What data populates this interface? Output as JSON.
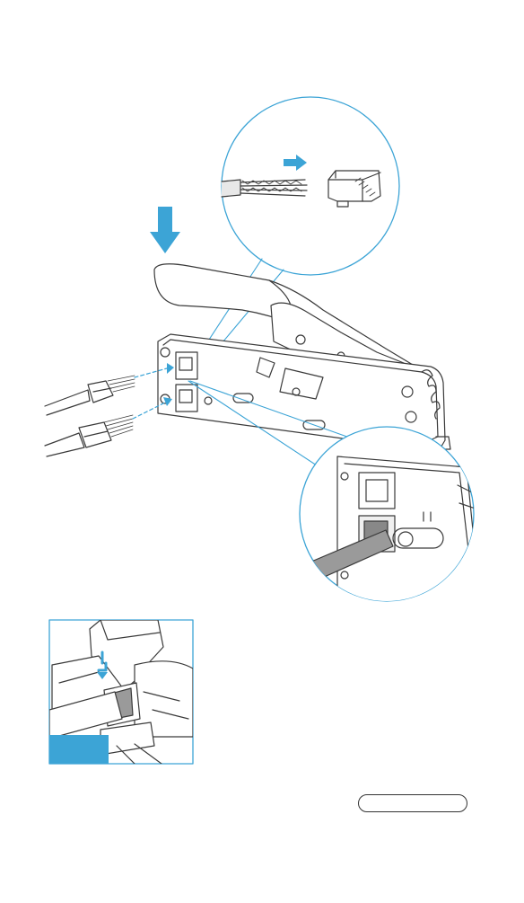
{
  "figure": {
    "accent_color": "#3ca4d6",
    "line_color": "#3a3a3a",
    "components": {
      "crimp_tool": "crimping-tool",
      "cables": "ethernet-cables",
      "connector": "rj45-connector",
      "arrows": "direction-arrows",
      "zoom_top": "zoom-callout-wire-into-connector",
      "zoom_bottom": "zoom-callout-connector-seated",
      "inset": "inset-crimp-detail"
    },
    "badge_text": "",
    "pill_text": ""
  }
}
